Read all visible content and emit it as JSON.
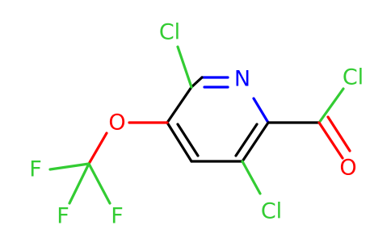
{
  "molecule": {
    "atoms": [
      {
        "id": "cl-top-left",
        "label": "Cl",
        "color": "#33cc33"
      },
      {
        "id": "n-ring",
        "label": "N",
        "color": "#0000ff"
      },
      {
        "id": "cl-acyl",
        "label": "Cl",
        "color": "#33cc33"
      },
      {
        "id": "o-ether",
        "label": "O",
        "color": "#ff0000"
      },
      {
        "id": "o-carbonyl",
        "label": "O",
        "color": "#ff0000"
      },
      {
        "id": "f-left",
        "label": "F",
        "color": "#33cc33"
      },
      {
        "id": "f-bottom",
        "label": "F",
        "color": "#33cc33"
      },
      {
        "id": "f-right",
        "label": "F",
        "color": "#33cc33"
      },
      {
        "id": "cl-bottom",
        "label": "Cl",
        "color": "#33cc33"
      }
    ]
  }
}
